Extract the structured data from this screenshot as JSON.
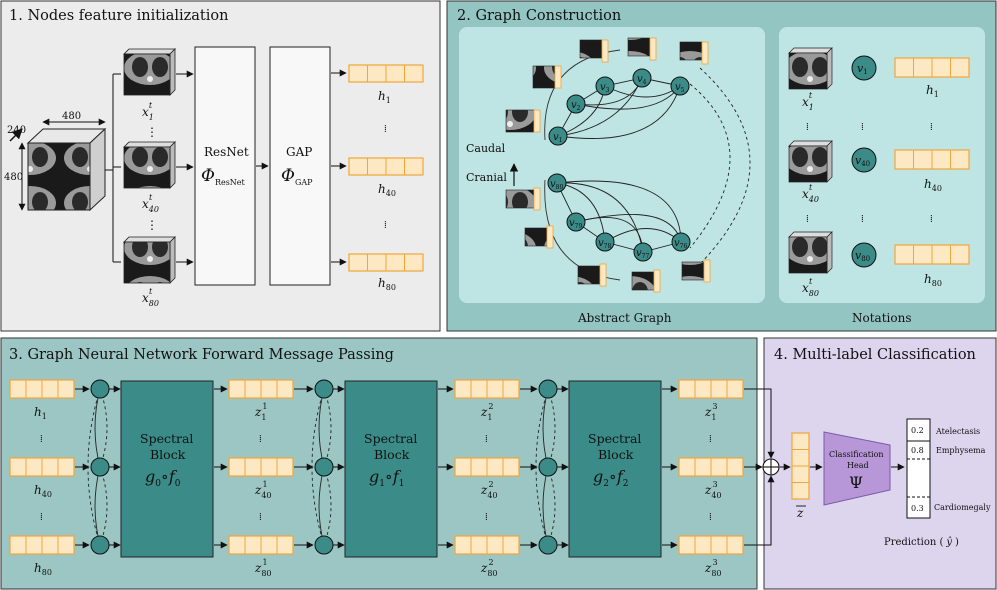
{
  "panels": {
    "p1_title": "1.   Nodes feature initialization",
    "p2_title": "2.   Graph Construction",
    "p3_title": "3.   Graph Neural Network Forward Message Passing",
    "p4_title": "4.   Multi-label Classification"
  },
  "colors": {
    "p1_bg": "#ececec",
    "p2_bg": "#93c5c3",
    "p2_inner": "#bfe4e4",
    "p3_bg": "#9cc6c4",
    "p4_bg": "#ddd4ee",
    "feature_cell": "#fde8c4",
    "feature_border": "#f0a63c",
    "node_fill": "#3b8c88",
    "block_fill": "#3b8c88",
    "head_fill": "#b897d8"
  },
  "volume": {
    "dim_depth": "240",
    "dim_width": "480",
    "dim_height": "480"
  },
  "slices": [
    {
      "x_sym": "x",
      "x_sup": "t",
      "x_sub": "1"
    },
    {
      "x_sym": "x",
      "x_sup": "t",
      "x_sub": "40"
    },
    {
      "x_sym": "x",
      "x_sup": "t",
      "x_sub": "80"
    }
  ],
  "resnet": {
    "label": "ResNet",
    "sym": "Φ",
    "sub": "ResNet"
  },
  "gap": {
    "label": "GAP",
    "sym": "Φ",
    "sub": "GAP"
  },
  "features_h": [
    {
      "sym": "h",
      "sub": "1"
    },
    {
      "sym": "h",
      "sub": "40"
    },
    {
      "sym": "h",
      "sub": "80"
    }
  ],
  "graph": {
    "caudal": "Caudal",
    "cranial": "Cranial",
    "abstract_label": "Abstract Graph",
    "notations_label": "Notations",
    "upper_nodes": [
      {
        "sym": "v",
        "sub": "1"
      },
      {
        "sym": "v",
        "sub": "2"
      },
      {
        "sym": "v",
        "sub": "3"
      },
      {
        "sym": "v",
        "sub": "4"
      },
      {
        "sym": "v",
        "sub": "5"
      }
    ],
    "lower_nodes": [
      {
        "sym": "v",
        "sub": "80"
      },
      {
        "sym": "v",
        "sub": "79"
      },
      {
        "sym": "v",
        "sub": "78"
      },
      {
        "sym": "v",
        "sub": "77"
      },
      {
        "sym": "v",
        "sub": "76"
      }
    ],
    "notation_nodes": [
      {
        "sym": "v",
        "sub": "1"
      },
      {
        "sym": "v",
        "sub": "40"
      },
      {
        "sym": "v",
        "sub": "80"
      }
    ]
  },
  "gnn": {
    "blocks": [
      {
        "line1": "Spectral",
        "line2": "Block",
        "g": "g",
        "g_sub": "0",
        "f": "f",
        "f_sub": "0"
      },
      {
        "line1": "Spectral",
        "line2": "Block",
        "g": "g",
        "g_sub": "1",
        "f": "f",
        "f_sub": "1"
      },
      {
        "line1": "Spectral",
        "line2": "Block",
        "g": "g",
        "g_sub": "2",
        "f": "f",
        "f_sub": "2"
      }
    ],
    "z_rows": [
      "1",
      "40",
      "80"
    ],
    "z_layers": [
      "1",
      "2",
      "3"
    ]
  },
  "classification": {
    "z_bar": "z",
    "head_line1": "Classification",
    "head_line2": "Head",
    "head_sym": "Ψ",
    "prediction_label": "Prediction (",
    "prediction_sym": "ŷ",
    "prediction_close": ")",
    "outputs": [
      {
        "value": "0.2",
        "label": "Atelectasis"
      },
      {
        "value": "0.8",
        "label": "Emphysema"
      },
      {
        "value": "0.3",
        "label": "Cardiomegaly"
      }
    ]
  }
}
